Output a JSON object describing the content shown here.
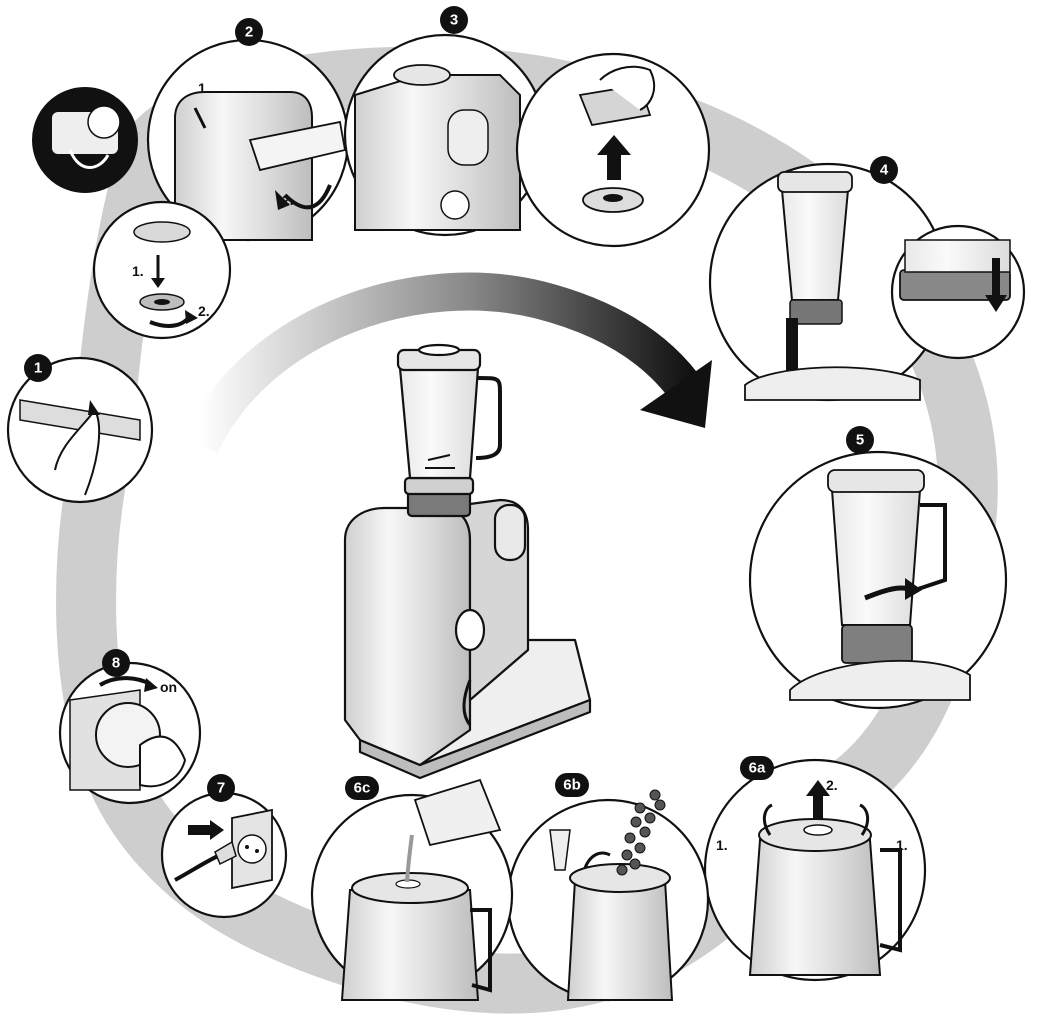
{
  "steps": [
    {
      "id": "1",
      "badge": "1"
    },
    {
      "id": "2",
      "badge": "2",
      "sub_labels": [
        "1.",
        "2."
      ]
    },
    {
      "id": "2b",
      "sub_labels": [
        "1.",
        "2."
      ]
    },
    {
      "id": "3",
      "badge": "3"
    },
    {
      "id": "4",
      "badge": "4"
    },
    {
      "id": "5",
      "badge": "5"
    },
    {
      "id": "6a",
      "badge": "6a",
      "sub_labels": [
        "2.",
        "1.",
        "1."
      ]
    },
    {
      "id": "6b",
      "badge": "6b"
    },
    {
      "id": "6c",
      "badge": "6c"
    },
    {
      "id": "7",
      "badge": "7"
    },
    {
      "id": "8",
      "badge": "8",
      "switch_label": "on"
    }
  ],
  "colors": {
    "ink": "#111111",
    "ground_shadow": "#c8c8c8",
    "metal": "#e4e4e4",
    "glass": "#f2f2f2"
  }
}
